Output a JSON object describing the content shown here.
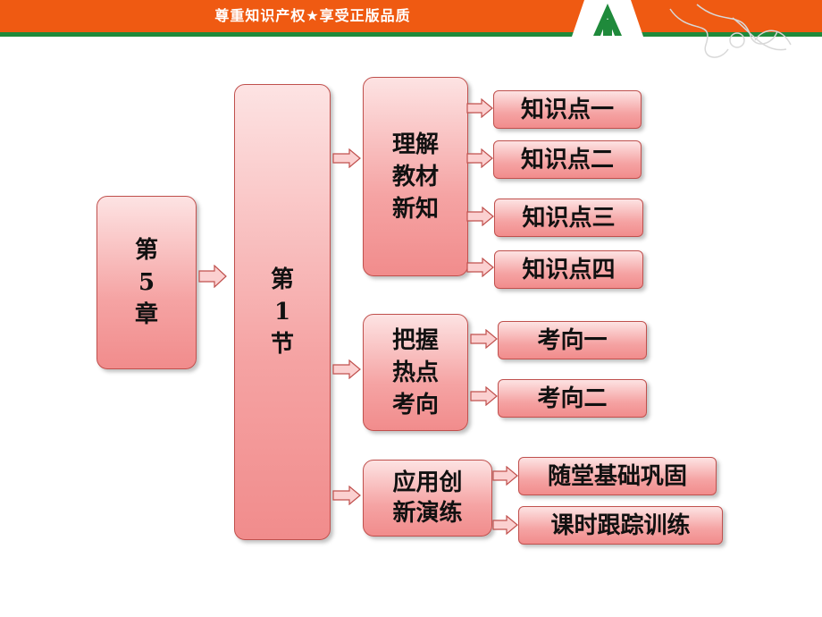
{
  "header": {
    "slogan": "尊重知识产权★享受正版品质",
    "brand_color": "#ef5a12",
    "accent_color": "#1f8a3b"
  },
  "chapter": {
    "label": "第\n5\n章"
  },
  "section": {
    "label": "第\n1\n节"
  },
  "groups": [
    {
      "label": "理解\n教材\n新知",
      "items": [
        "知识点一",
        "知识点二",
        "知识点三",
        "知识点四"
      ]
    },
    {
      "label": "把握\n热点\n考向",
      "items": [
        "考向一",
        "考向二"
      ]
    },
    {
      "label": "应用创\n新演练",
      "items": [
        "随堂基础巩固",
        "课时跟踪训练"
      ]
    }
  ],
  "colors": {
    "box_border": "#c0504d",
    "box_fill_top": "#fde3e3",
    "box_fill_bottom": "#f18c8c"
  }
}
